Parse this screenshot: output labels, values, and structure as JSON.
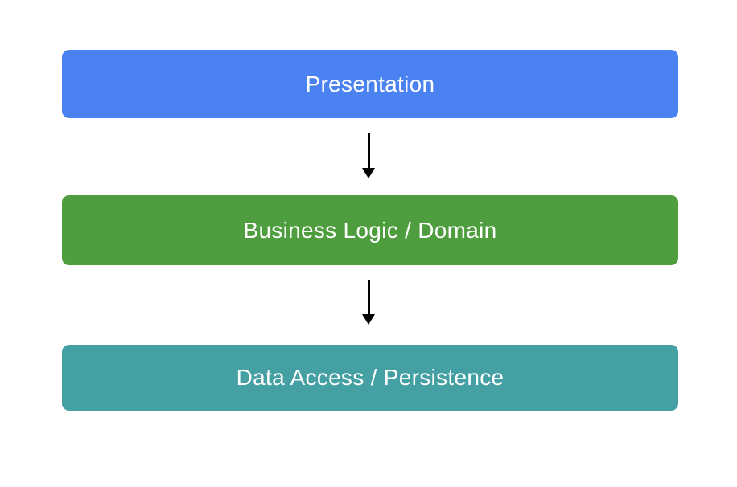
{
  "diagram": {
    "type": "layered-architecture",
    "background": "#ffffff",
    "arrow_color": "#000000",
    "nodes": [
      {
        "id": "presentation",
        "label": "Presentation",
        "color": "#4a83f1",
        "text_color": "#ffffff"
      },
      {
        "id": "business-logic",
        "label": "Business Logic / Domain",
        "color": "#4e9d3e",
        "text_color": "#ffffff"
      },
      {
        "id": "data-access",
        "label": "Data Access / Persistence",
        "color": "#45a0a3",
        "text_color": "#ffffff"
      }
    ],
    "edges": [
      {
        "from": "presentation",
        "to": "business-logic",
        "direction": "down"
      },
      {
        "from": "business-logic",
        "to": "data-access",
        "direction": "down"
      }
    ]
  }
}
